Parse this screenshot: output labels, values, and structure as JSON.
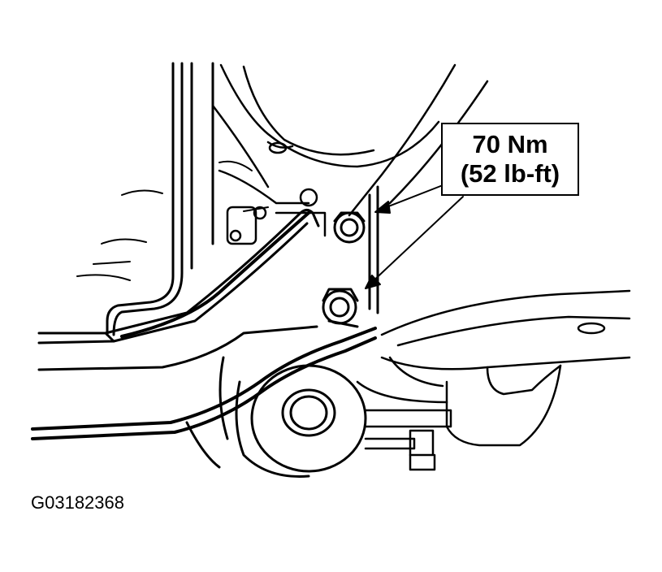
{
  "callout": {
    "torque_nm": "70 Nm",
    "torque_lbft": "(52 lb-ft)"
  },
  "figure_id": "G03182368",
  "colors": {
    "line": "#000000",
    "background": "#ffffff"
  }
}
